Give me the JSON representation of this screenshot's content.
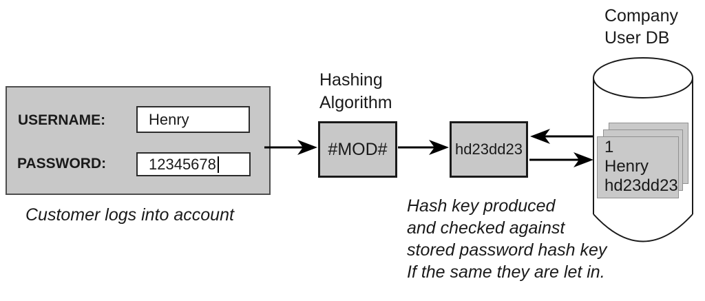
{
  "login_panel": {
    "username_label": "USERNAME:",
    "username_value": "Henry",
    "password_label": "PASSWORD:",
    "password_value": "12345678",
    "caption": "Customer logs into account"
  },
  "hashing": {
    "label": "Hashing\nAlgorithm",
    "box_text": "#MOD#"
  },
  "hash_output": {
    "box_text": "hd23dd23"
  },
  "database": {
    "label": "Company\nUser DB",
    "record": {
      "id": "1",
      "username": "Henry",
      "hash": "hd23dd23"
    }
  },
  "annotation": "Hash key produced\nand checked against\nstored password hash key\nIf the same they are let in.",
  "colors": {
    "panel-fill": "#c8c8c8",
    "panel-border": "#4d4d4d",
    "box-fill": "#c8c8c8",
    "box-border": "#1a1a1a",
    "card-fill": "#c9c9c9",
    "card-border": "#909090",
    "arrow": "#000000"
  }
}
